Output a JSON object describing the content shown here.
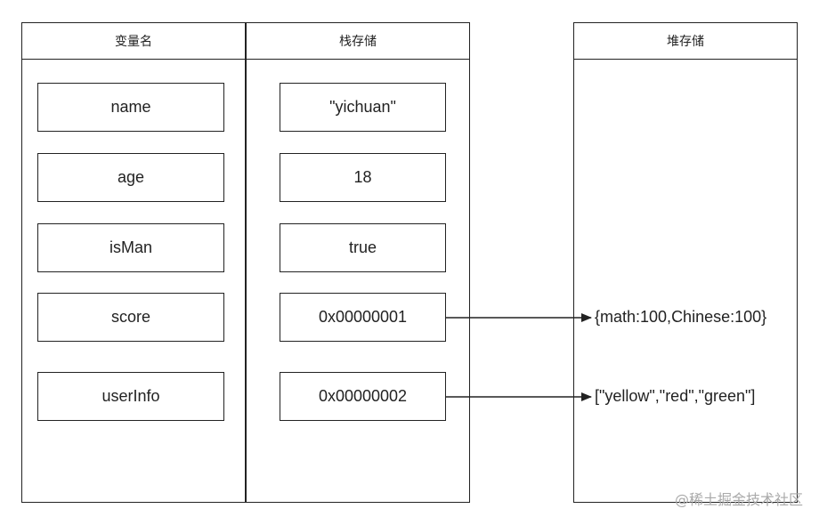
{
  "columns": {
    "var_name": {
      "header": "变量名"
    },
    "stack": {
      "header": "栈存储"
    },
    "heap": {
      "header": "堆存储"
    }
  },
  "rows": [
    {
      "name": "name",
      "stack": "\"yichuan\""
    },
    {
      "name": "age",
      "stack": "18"
    },
    {
      "name": "isMan",
      "stack": "true"
    },
    {
      "name": "score",
      "stack": "0x00000001"
    },
    {
      "name": "userInfo",
      "stack": "0x00000002"
    }
  ],
  "heap": [
    {
      "value": "{math:100,Chinese:100}"
    },
    {
      "value": "[\"yellow\",\"red\",\"green\"]"
    }
  ],
  "watermark": "@稀土掘金技术社区"
}
